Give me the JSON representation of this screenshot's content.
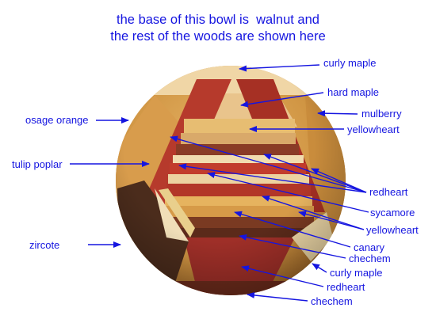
{
  "title": {
    "line1": "the base of this bowl is  walnut and",
    "line2": "the rest of the woods are shown here"
  },
  "labels": {
    "curly_maple_top": "curly maple",
    "hard_maple": "hard maple",
    "mulberry": "mulberry",
    "yellowheart_right": "yellowheart",
    "osage_orange": "osage orange",
    "tulip_poplar": "tulip poplar",
    "redheart_right": "redheart",
    "sycamore": "sycamore",
    "yellowheart_lower": "yellowheart",
    "canary": "canary",
    "chechem_mid": "chechem",
    "curly_maple_bottom": "curly maple",
    "zircote": "zircote",
    "redheart_bottom": "redheart",
    "chechem_bottom": "chechem"
  },
  "colors": {
    "label_text": "#1515e0",
    "arrow": "#1515e0"
  }
}
